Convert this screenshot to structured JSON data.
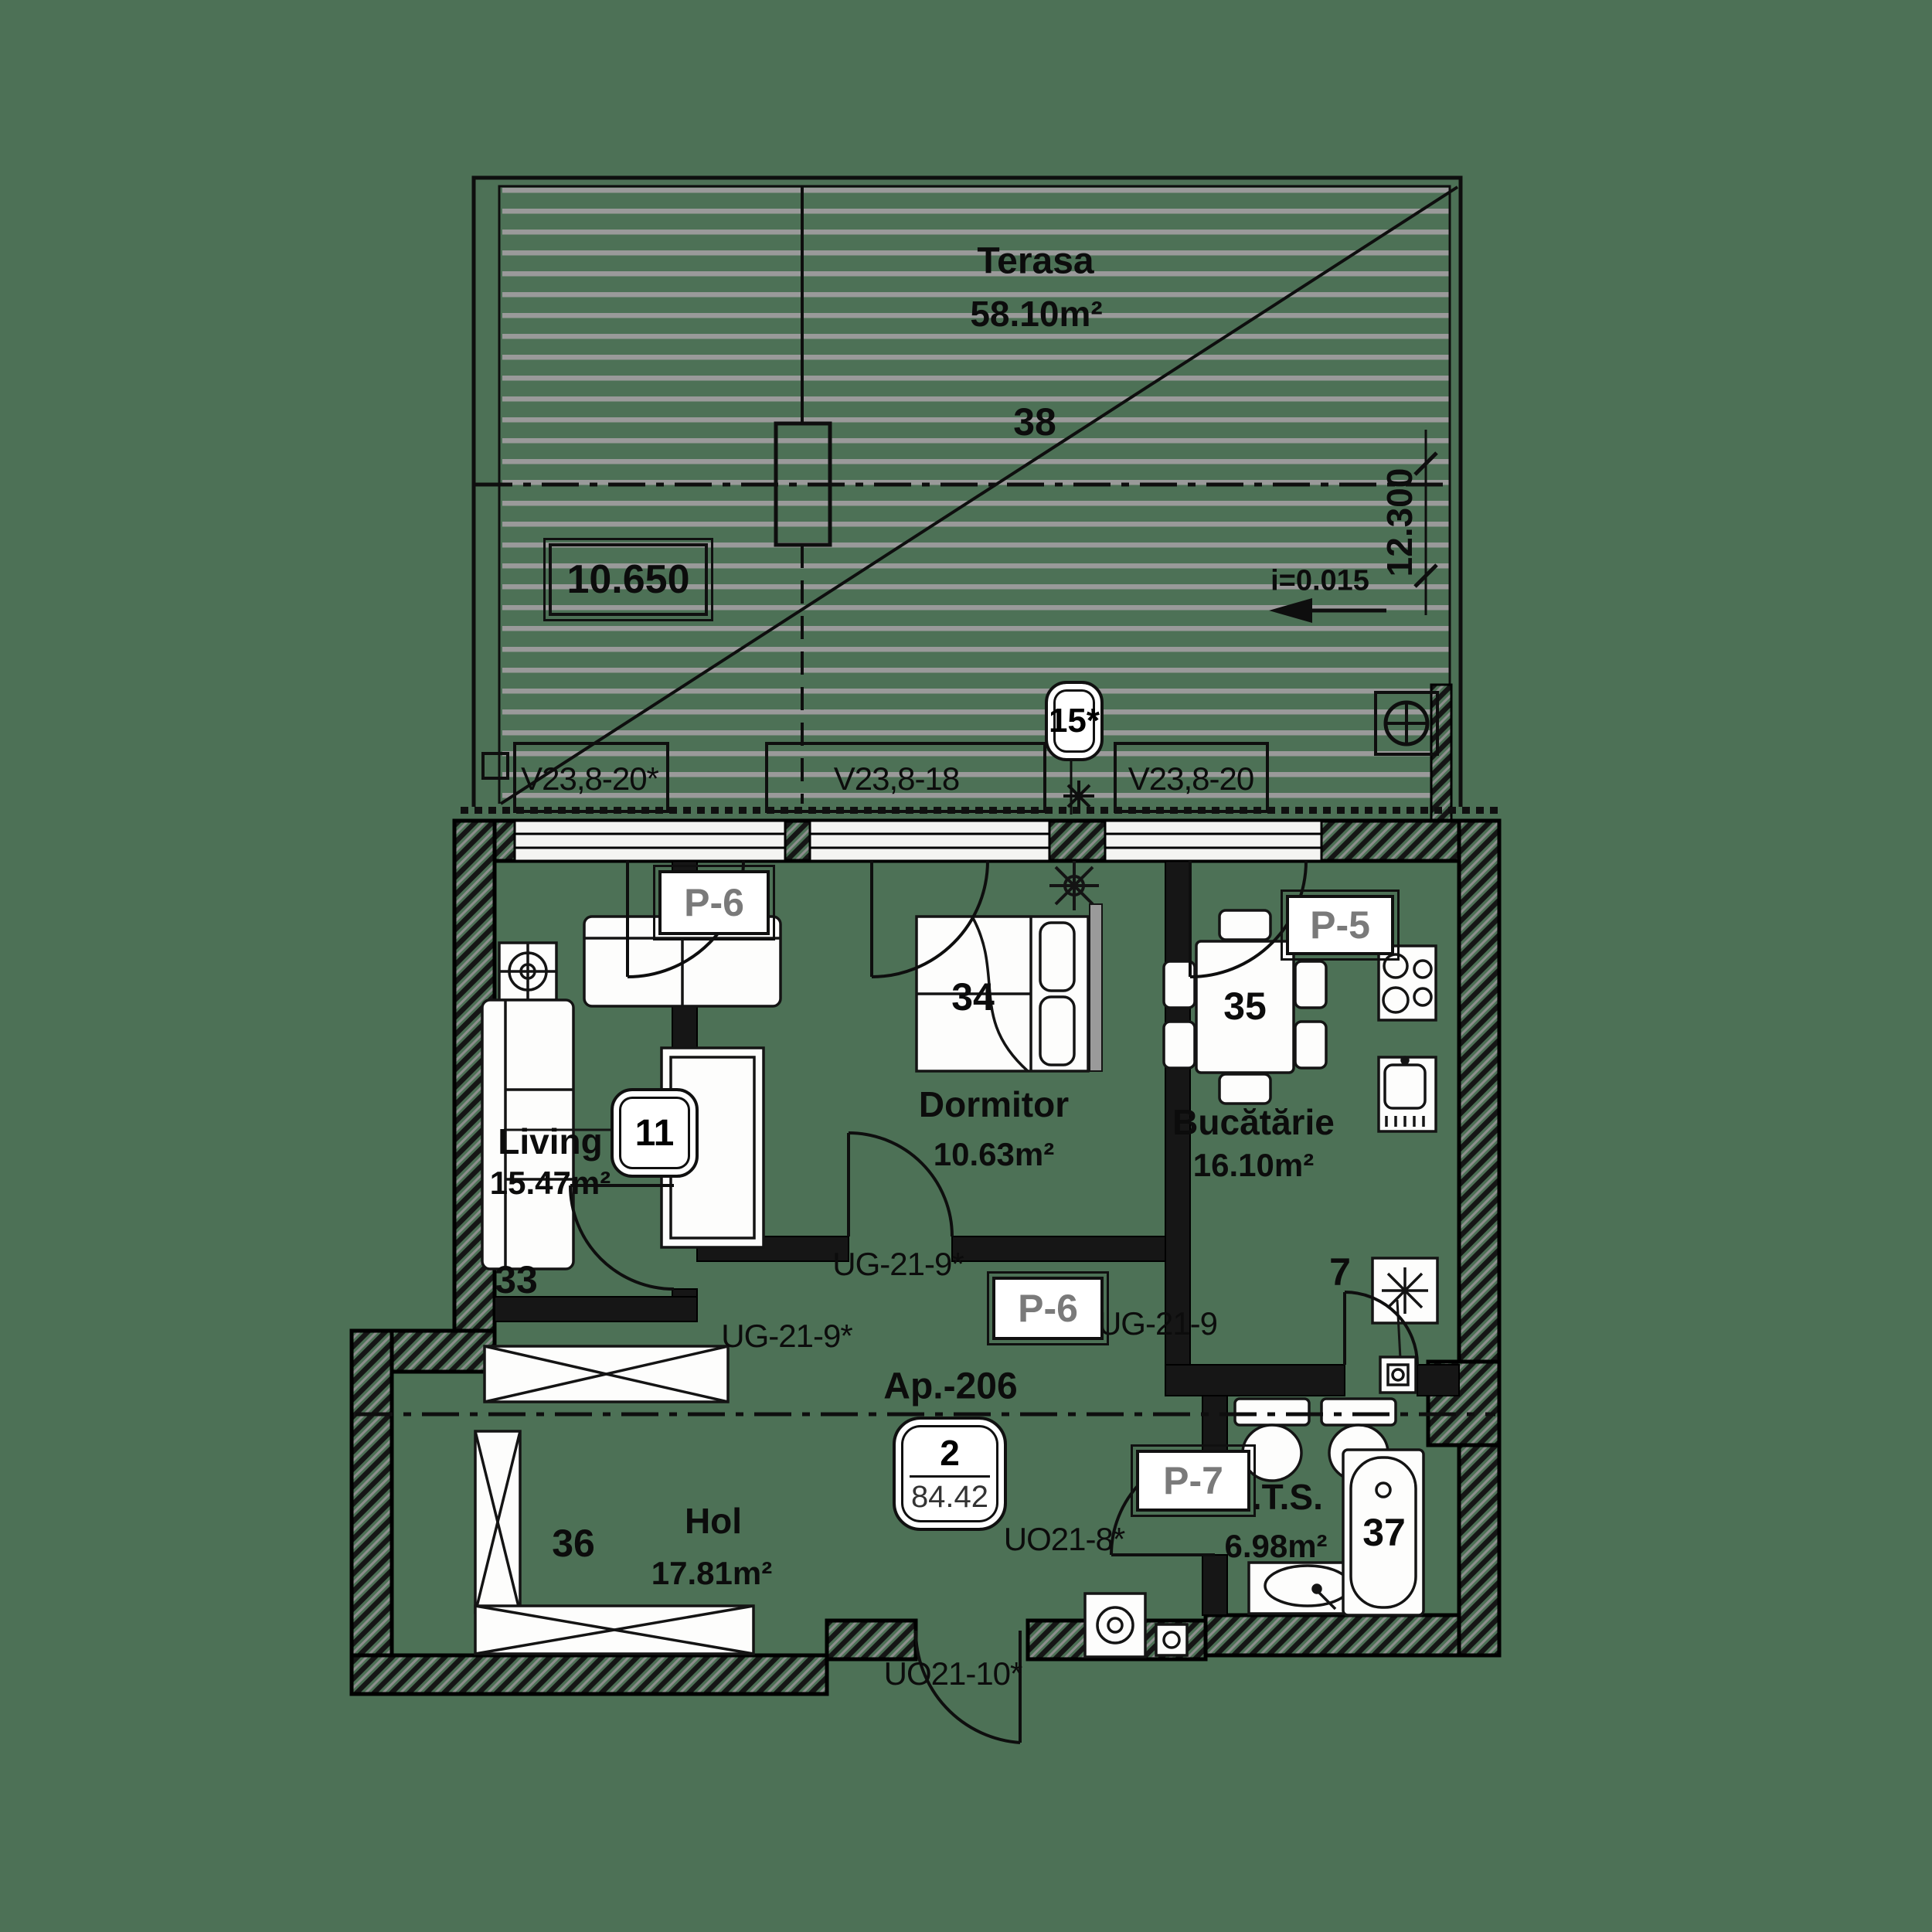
{
  "terrace": {
    "name": "Terasa",
    "area": "58.10m²",
    "number": "38",
    "level": "10.650",
    "depth_dim": "12.300",
    "slope": "i=0.015",
    "window_badge": "15*"
  },
  "windows": [
    {
      "code": "V23,8-20*"
    },
    {
      "code": "V23,8-18"
    },
    {
      "code": "V23,8-20"
    }
  ],
  "apartment": {
    "label": "Ap.-206",
    "badge_number": "2",
    "badge_area": "84.42"
  },
  "rooms": [
    {
      "name": "Living",
      "area": "15.47m²",
      "number": "33",
      "panel": "P-6",
      "item_badge": "11"
    },
    {
      "name": "Dormitor",
      "area": "10.63m²",
      "number": "34"
    },
    {
      "name": "Bucătărie",
      "area": "16.10m²",
      "number": "35",
      "panel": "P-5",
      "fixture_number": "7"
    },
    {
      "name": "Hol",
      "area": "17.81m²",
      "number": "36",
      "panel": "P-6"
    },
    {
      "name": "G.T.S.",
      "area": "6.98m²",
      "number": "37",
      "panel": "P-7"
    }
  ],
  "doors": [
    {
      "code": "UG-21-9*"
    },
    {
      "code": "UG-21-9*"
    },
    {
      "code": "UG-21-9"
    },
    {
      "code": "UO21-8*"
    },
    {
      "code": "UO21-10*"
    }
  ],
  "colors": {
    "background": "#4d7156",
    "line": "#111111",
    "stripe": "#9a9a9a",
    "label_gray": "#7a7a7a"
  }
}
